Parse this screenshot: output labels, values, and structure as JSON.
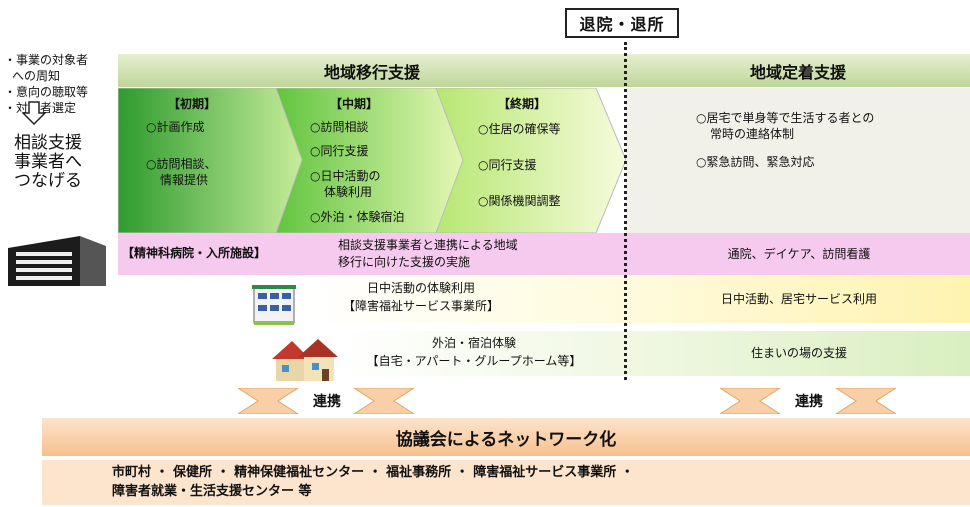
{
  "top_badge": "退院・退所",
  "left_notes": [
    "・事業の対象者",
    "への周知",
    "・意向の聴取等",
    "・対象者選定"
  ],
  "left_connect": [
    "相談支援",
    "事業者へ",
    "つなげる"
  ],
  "headers": {
    "migration": "地域移行支援",
    "settle": "地域定着支援"
  },
  "stages": {
    "early": {
      "title": "【初期】",
      "items": [
        "○計画作成",
        "○訪問相談、",
        "情報提供"
      ]
    },
    "mid": {
      "title": "【中期】",
      "items": [
        "○訪問相談",
        "○同行支援",
        "○日中活動の",
        "体験利用",
        "○外泊・体験宿泊"
      ]
    },
    "late": {
      "title": "【終期】",
      "items": [
        "○住居の確保等",
        "○同行支援",
        "○関係機関調整"
      ]
    }
  },
  "settle": {
    "items": [
      "○居宅で単身等で生活する者との",
      "常時の連絡体制",
      "○緊急訪問、緊急対応"
    ]
  },
  "rows": {
    "hospital": {
      "label": "【精神科病院・入所施設】",
      "text": [
        "相談支援事業者と連携による地域",
        "移行に向けた支援の実施"
      ],
      "right": "通院、デイケア、訪問看護"
    },
    "dayact": {
      "text": [
        "日中活動の体験利用",
        "【障害福祉サービス事業所】"
      ],
      "right": "日中活動、居宅サービス利用"
    },
    "housing": {
      "text": [
        "外泊・宿泊体験",
        "【自宅・アパート・グループホーム等】"
      ],
      "right": "住まいの場の支援"
    }
  },
  "links": {
    "left": "連携",
    "right": "連携"
  },
  "network": {
    "title": "協議会によるネットワーク化",
    "members": [
      "市町村 ・ 保健所 ・ 精神保健福祉センター ・ 福祉事務所 ・ 障害福祉サービス事業所 ・",
      "障害者就業・生活支援センター 等"
    ]
  },
  "colors": {
    "header": "#bfd69a",
    "stage_dark": "#2e9b2e",
    "stage_light": "#f4fbd8",
    "hospital_band": "#f6c9ef",
    "network": "#f7c08e"
  }
}
